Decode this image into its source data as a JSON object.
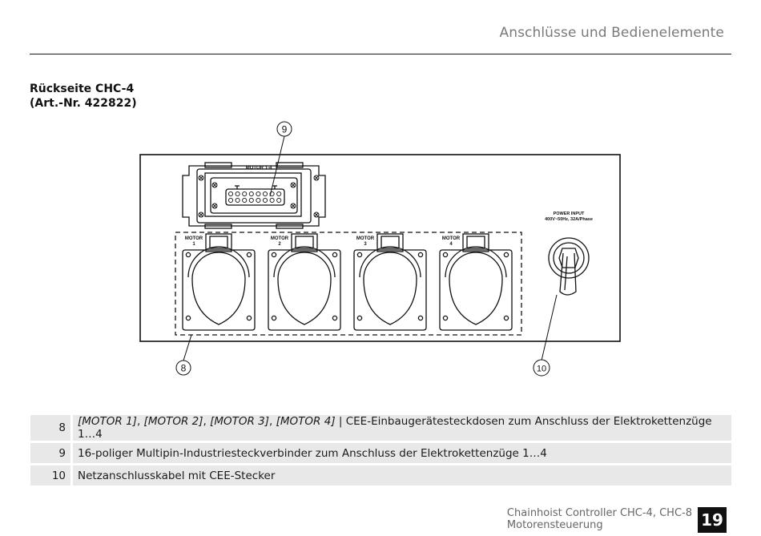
{
  "header": {
    "title": "Anschlüsse und Bedienelemente"
  },
  "section": {
    "title_line1": "Rückseite CHC-4",
    "title_line2": "(Art.-Nr. 422822)"
  },
  "diagram": {
    "motor_connector_label": "MOTOR 1-4",
    "power_input_label_line1": "POWER INPUT",
    "power_input_label_line2": "400V~50Hz, 32A/Phase",
    "socket_labels": [
      {
        "word": "MOTOR",
        "number": "1"
      },
      {
        "word": "MOTOR",
        "number": "2"
      },
      {
        "word": "MOTOR",
        "number": "3"
      },
      {
        "word": "MOTOR",
        "number": "4"
      }
    ],
    "callouts": [
      "9",
      "8",
      "10"
    ]
  },
  "legend": [
    {
      "num": "8",
      "parts": [
        {
          "text": "[MOTOR 1]",
          "italic": true
        },
        {
          "text": ", ",
          "italic": false
        },
        {
          "text": "[MOTOR 2]",
          "italic": true
        },
        {
          "text": ", ",
          "italic": false
        },
        {
          "text": "[MOTOR 3]",
          "italic": true
        },
        {
          "text": ", ",
          "italic": false
        },
        {
          "text": "[MOTOR 4]",
          "italic": true
        },
        {
          "text": " | CEE-Einbaugerätesteckdosen zum Anschluss der Elektrokettenzüge 1…4",
          "italic": false
        }
      ]
    },
    {
      "num": "9",
      "parts": [
        {
          "text": "16-poliger Multipin-Industriesteckverbinder zum Anschluss der Elektrokettenzüge 1…4",
          "italic": false
        }
      ]
    },
    {
      "num": "10",
      "parts": [
        {
          "text": "Netzanschlusskabel mit CEE-Stecker",
          "italic": false
        }
      ]
    }
  ],
  "footer": {
    "product_line1": "Chainhoist Controller CHC-4, CHC-8",
    "product_line2": "Motorensteuerung",
    "page_number": "19"
  }
}
